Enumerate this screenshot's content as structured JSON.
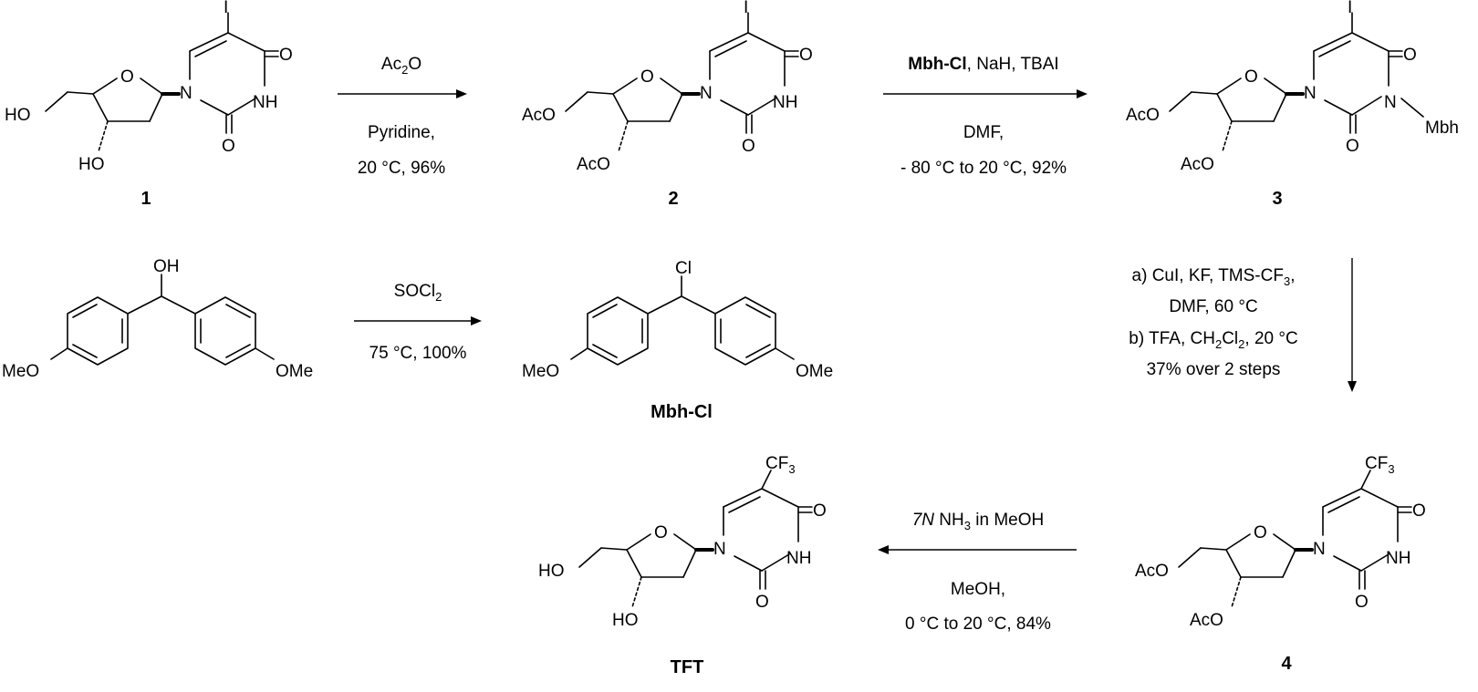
{
  "compounds": {
    "c1": {
      "label": "1"
    },
    "c2": {
      "label": "2"
    },
    "c3": {
      "label": "3"
    },
    "c4": {
      "label": "4"
    },
    "mbhoh": {
      "label": ""
    },
    "mbhcl": {
      "label": "Mbh-Cl"
    },
    "tft": {
      "label": "TFT"
    }
  },
  "atoms": {
    "ho": "HO",
    "aco": "AcO",
    "o": "O",
    "n": "N",
    "nh": "NH",
    "i": "I",
    "cf3_c": "CF",
    "cf3_sub": "3",
    "oh": "OH",
    "cl": "Cl",
    "meo": "MeO",
    "ome": "OMe",
    "mbh": "Mbh"
  },
  "arrows": {
    "a1": {
      "above": {
        "pre": "Ac",
        "sub": "2",
        "post": "O"
      },
      "below1": "Pyridine,",
      "below2": "20 °C, 96%"
    },
    "a2": {
      "above_bold": "Mbh-Cl",
      "above_rest": ", NaH, TBAI",
      "below1": "DMF,",
      "below2": "- 80 °C to 20 °C, 92%"
    },
    "a3": {
      "above": {
        "pre": "SOCl",
        "sub": "2",
        "post": ""
      },
      "below1": "75 °C, 100%"
    },
    "a4": {
      "line1": {
        "pre": "a) CuI, KF, TMS-CF",
        "sub": "3",
        "post": ","
      },
      "line2": "DMF, 60 °C",
      "line3": {
        "pre": "b) TFA, CH",
        "sub1": "2",
        "mid": "Cl",
        "sub2": "2",
        "post": ", 20 °C"
      },
      "line4": "37% over 2 steps"
    },
    "a5": {
      "above": {
        "pre_ital": "7N",
        "pre": " NH",
        "sub": "3",
        "post": " in MeOH"
      },
      "below1": "MeOH,",
      "below2": "0 °C to 20 °C, 84%"
    }
  }
}
